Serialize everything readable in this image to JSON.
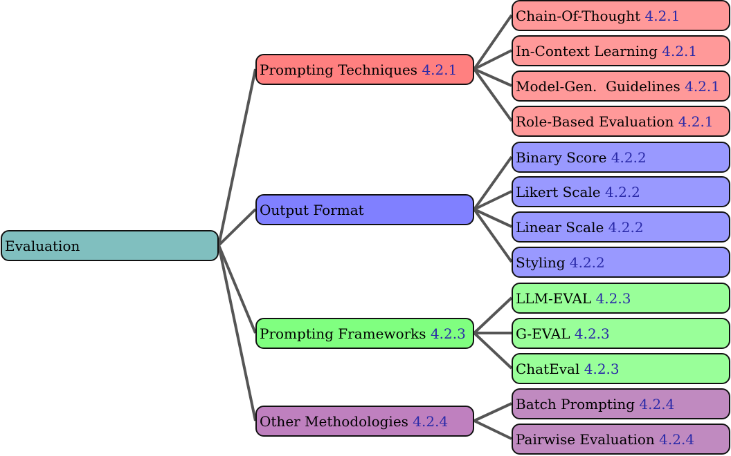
{
  "colors": {
    "root": "#80bfbf",
    "prompting_techniques": "#ff8080",
    "prompting_techniques_leaf": "#ff9999",
    "output_format": "#8080ff",
    "output_format_leaf": "#9999ff",
    "prompting_frameworks": "#80ff80",
    "prompting_frameworks_leaf": "#99ff99",
    "other_methodologies": "#bf80bf",
    "other_methodologies_leaf": "#c08ac0",
    "reference_text": "#2a2aa8",
    "edge": "#555555"
  },
  "root": {
    "label": "Evaluation"
  },
  "branches": [
    {
      "label": "Prompting Techniques",
      "ref": "4.2.1",
      "children": [
        {
          "label": "Chain-Of-Thought",
          "ref": "4.2.1"
        },
        {
          "label": "In-Context Learning",
          "ref": "4.2.1"
        },
        {
          "label": "Model-Gen.  Guidelines",
          "ref": "4.2.1"
        },
        {
          "label": "Role-Based Evaluation",
          "ref": "4.2.1"
        }
      ]
    },
    {
      "label": "Output Format",
      "ref": "",
      "children": [
        {
          "label": "Binary Score",
          "ref": "4.2.2"
        },
        {
          "label": "Likert Scale",
          "ref": "4.2.2"
        },
        {
          "label": "Linear Scale",
          "ref": "4.2.2"
        },
        {
          "label": "Styling",
          "ref": "4.2.2"
        }
      ]
    },
    {
      "label": "Prompting Frameworks",
      "ref": "4.2.3",
      "children": [
        {
          "label": "LLM-EVAL",
          "ref": "4.2.3"
        },
        {
          "label": "G-EVAL",
          "ref": "4.2.3"
        },
        {
          "label": "ChatEval",
          "ref": "4.2.3"
        }
      ]
    },
    {
      "label": "Other Methodologies",
      "ref": "4.2.4",
      "children": [
        {
          "label": "Batch Prompting",
          "ref": "4.2.4"
        },
        {
          "label": "Pairwise Evaluation",
          "ref": "4.2.4"
        }
      ]
    }
  ]
}
